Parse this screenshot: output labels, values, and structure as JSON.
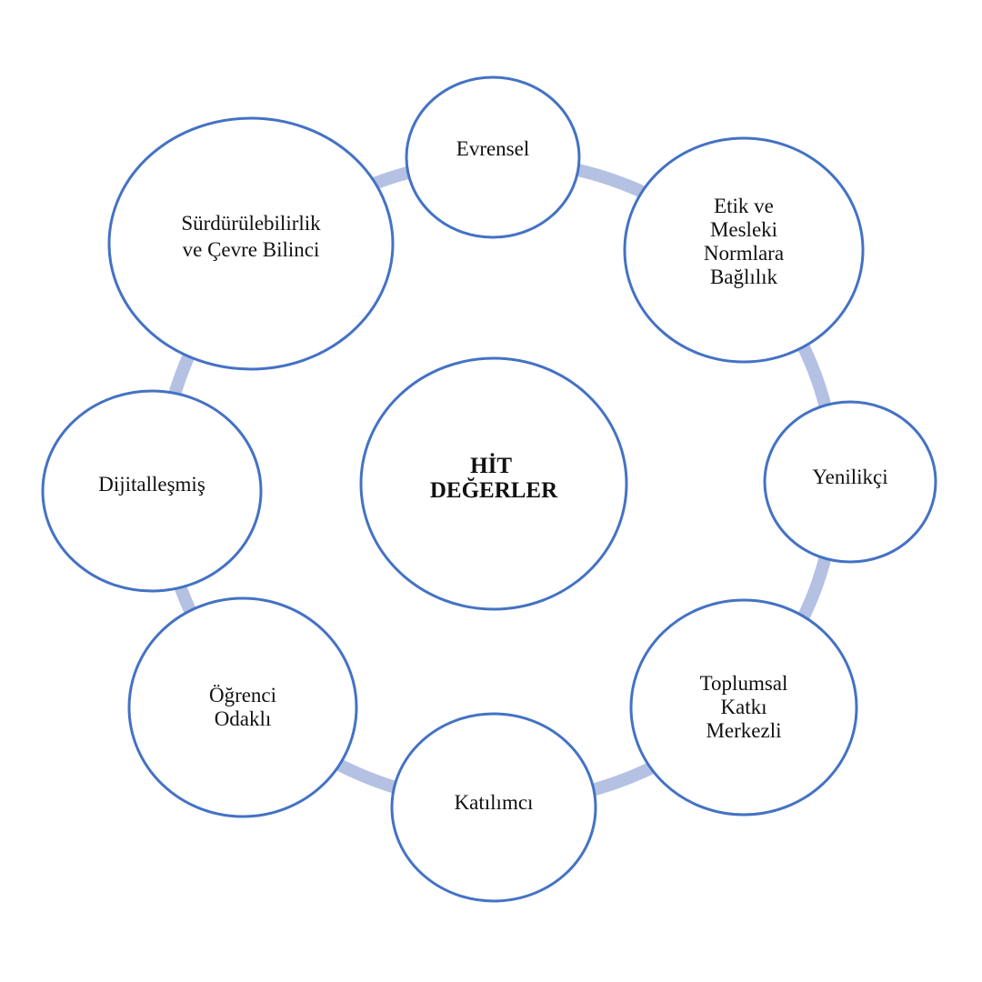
{
  "colors": {
    "ring": "#b4c1e2",
    "node_stroke": "#4472c4",
    "node_fill": "#ffffff",
    "text": "#111111"
  },
  "center": {
    "lines": [
      "HİT",
      "DEĞERLER"
    ]
  },
  "nodes": [
    {
      "id": "evrensel",
      "lines": [
        "Evrensel"
      ]
    },
    {
      "id": "etik",
      "lines": [
        "Etik ve",
        "Mesleki",
        "Normlara",
        "Bağlılık"
      ]
    },
    {
      "id": "yenilikci",
      "lines": [
        "Yenilikçi"
      ]
    },
    {
      "id": "toplumsal",
      "lines": [
        "Toplumsal",
        "Katkı",
        "Merkezli"
      ]
    },
    {
      "id": "katilimci",
      "lines": [
        "Katılımcı"
      ]
    },
    {
      "id": "ogrenci",
      "lines": [
        "Öğrenci",
        "Odaklı"
      ]
    },
    {
      "id": "dijital",
      "lines": [
        "Dijitalleşmiş"
      ]
    },
    {
      "id": "surdurulebilirlik",
      "lines": [
        "Sürdürülebilirlik",
        "ve Çevre Bilinci"
      ]
    }
  ]
}
